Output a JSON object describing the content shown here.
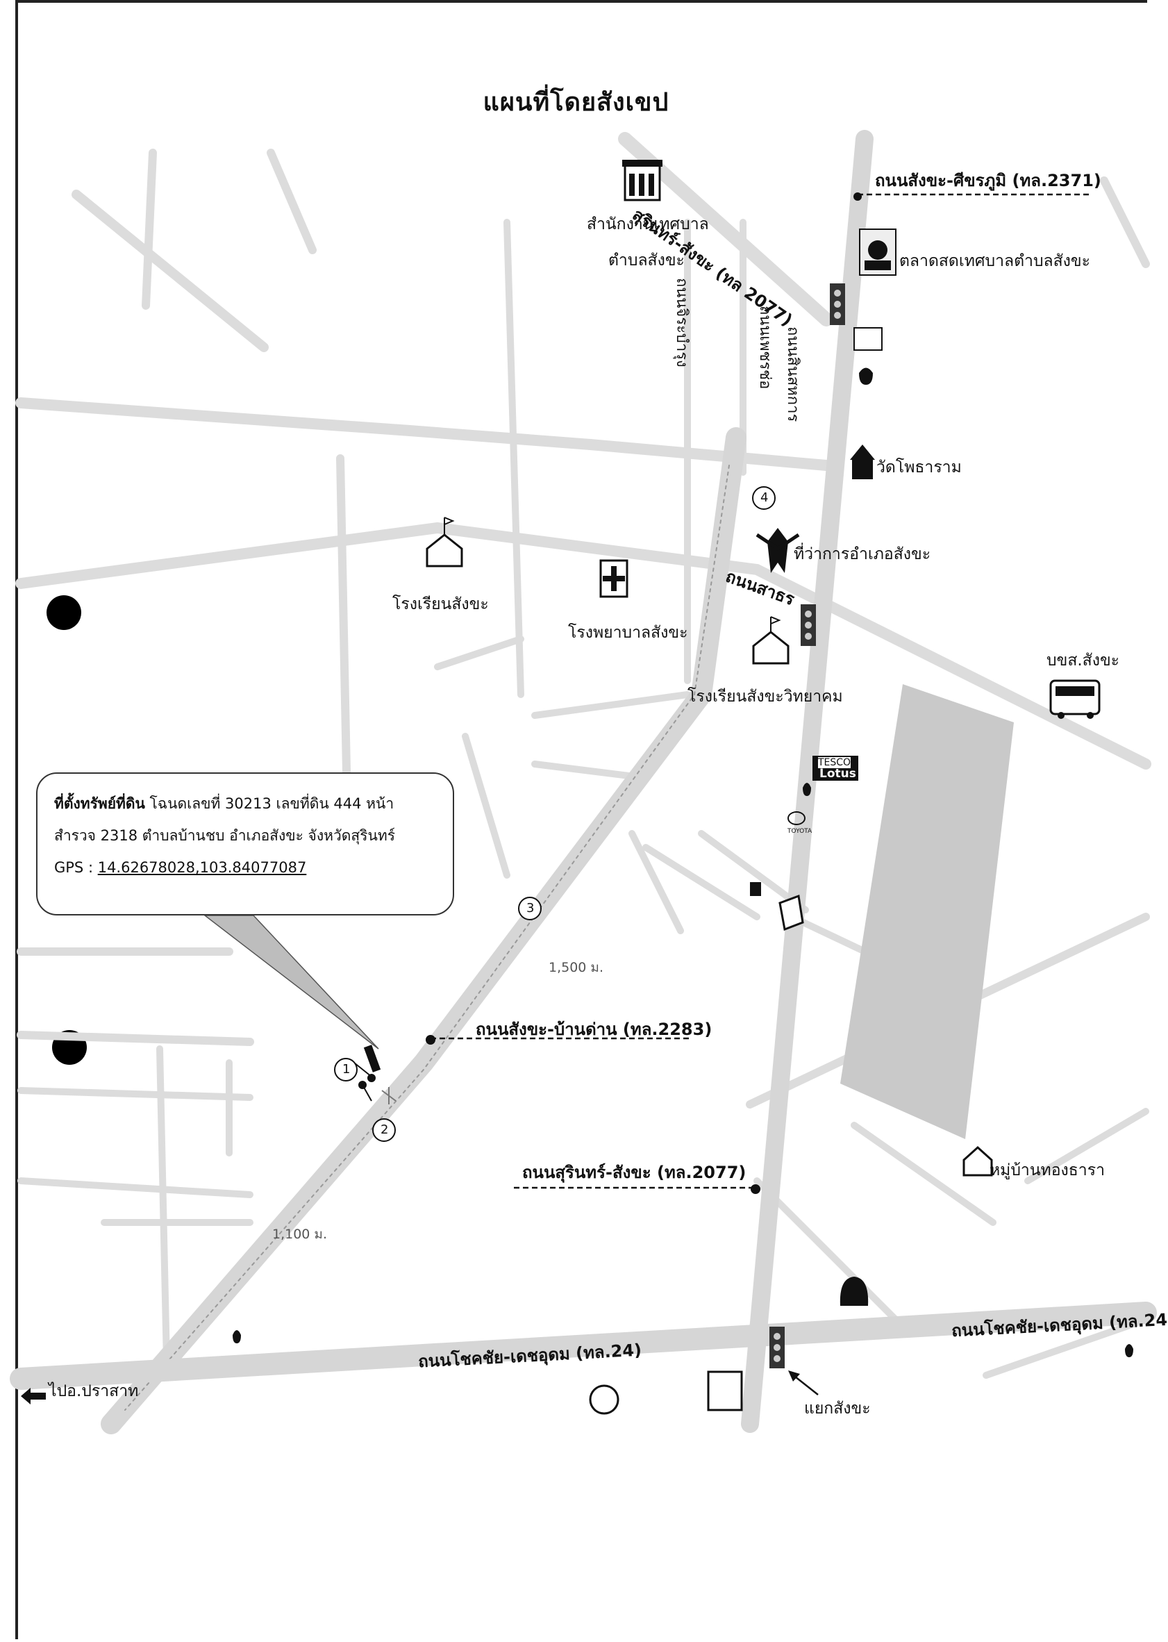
{
  "title": "แผนที่โดยสังเขป",
  "roads": {
    "sangkha_sikhoraphum": "ถนนสังขะ-ศีขรภูมิ (ทล.2371)",
    "surin_sangkha_top": "สุรินทร์-สังขะ (ทล 2077)",
    "chira_bamrung": "ถนนจิระบำรุง",
    "phet_chor": "ถนนเพชรช่อ",
    "sin_sahakan": "ถนนสินสหการ",
    "sathon": "ถนนสาธร",
    "sangkha_ban_dan": "ถนนสังขะ-บ้านด่าน (ทล.2283)",
    "surin_sangkha": "ถนนสุรินทร์-สังขะ (ทล.2077)",
    "chokchai_dechudom_left": "ถนนโชคชัย-เดชอุดม (ทล.24)",
    "chokchai_dechudom_right": "ถนนโชคชัย-เดชอุดม (ทล.24"
  },
  "places": {
    "municipal_office_1": "สำนักงานเทศบาล",
    "municipal_office_2": "ตำบลสังขะ",
    "fresh_market": "ตลาดสดเทศบาลตำบลสังขะ",
    "wat": "วัดโพธาราม",
    "district_office": "ที่ว่าการอำเภอสังขะ",
    "school_sangkha": "โรงเรียนสังขะ",
    "hospital": "โรงพยาบาลสังขะ",
    "school_witthayakhom": "โรงเรียนสังขะวิทยาคม",
    "bus_station": "บขส.สังขะ",
    "village": "หมู่บ้านทองธารา",
    "junction": "แยกสังขะ",
    "to_prasat": "ไปอ.ปราสาท",
    "tesco": "TESCO",
    "lotus": "Lotus",
    "toyota": "TOYOTA"
  },
  "markers": {
    "m1": "1",
    "m2": "2",
    "m3": "3",
    "m4": "4"
  },
  "distances": {
    "d1500": "1,500 ม.",
    "d1100": "1,100 ม."
  },
  "infobox": {
    "heading": "ที่ตั้งทรัพย์ที่ดิน",
    "line1_rest": " โฉนดเลขที่ 30213 เลขที่ดิน 444 หน้า",
    "line2": "สำรวจ 2318 ตำบลบ้านชบ อำเภอสังขะ จังหวัดสุรินทร์",
    "gps_label": "GPS : ",
    "gps_value": "14.62678028,103.84077087"
  },
  "colors": {
    "road": "#dcdcdc",
    "road_edge": "#c8c8c8",
    "shaded_area": "#c9c9c9",
    "text": "#111111"
  }
}
